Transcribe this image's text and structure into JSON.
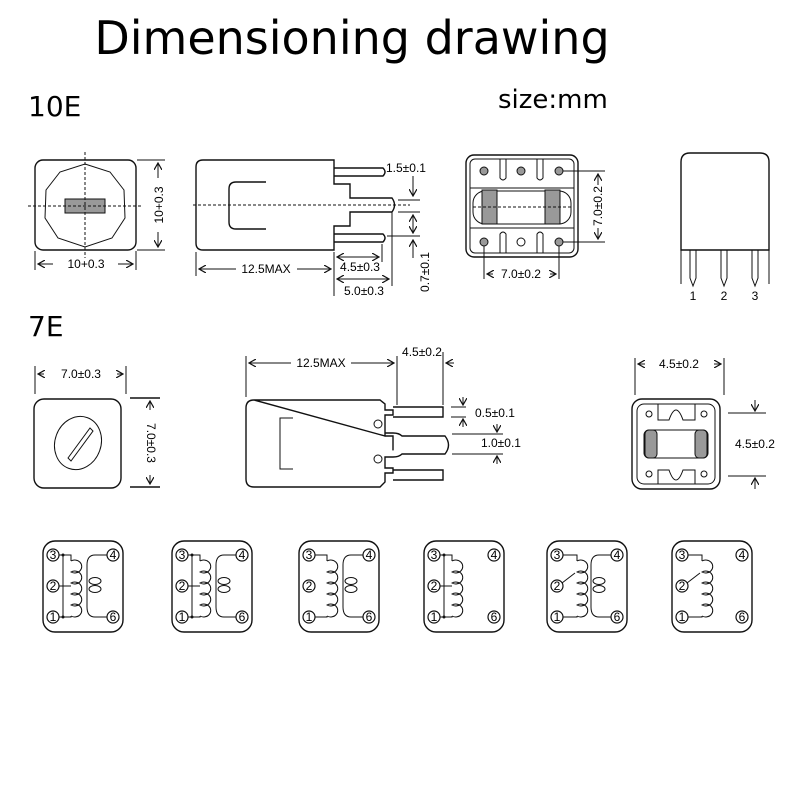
{
  "title": "Dimensioning drawing",
  "unit_label": "size:mm",
  "model_10e": {
    "label": "10E",
    "top_width": "10+0.3",
    "top_height": "10+0.3",
    "pin_spacing": "1.5±0.1",
    "length": "12.5MAX",
    "pin_len_short": "4.5±0.3",
    "pin_len_long": "5.0±0.3",
    "pin_width": "0.7±0.1",
    "bottom_height": "7.0±0.2",
    "bottom_width": "7.0±0.2",
    "pin_numbers": [
      "1",
      "2",
      "3"
    ]
  },
  "model_7e": {
    "label": "7E",
    "top_width": "7.0±0.3",
    "top_height": "7.0±0.3",
    "length": "12.5MAX",
    "pin_len": "4.5±0.2",
    "pin_thickness": "0.5±0.1",
    "pin_width": "1.0±0.1",
    "bottom_width": "4.5±0.2",
    "bottom_height": "4.5±0.2"
  },
  "schematics": [
    {
      "pins": [
        "3",
        "4",
        "2",
        "1",
        "6"
      ]
    },
    {
      "pins": [
        "3",
        "4",
        "2",
        "1",
        "6"
      ]
    },
    {
      "pins": [
        "3",
        "4",
        "2",
        "1",
        "6"
      ]
    },
    {
      "pins": [
        "3",
        "4",
        "2",
        "1",
        "6"
      ]
    },
    {
      "pins": [
        "3",
        "4",
        "2",
        "1",
        "6"
      ]
    },
    {
      "pins": [
        "3",
        "4",
        "2",
        "1",
        "6"
      ]
    }
  ]
}
